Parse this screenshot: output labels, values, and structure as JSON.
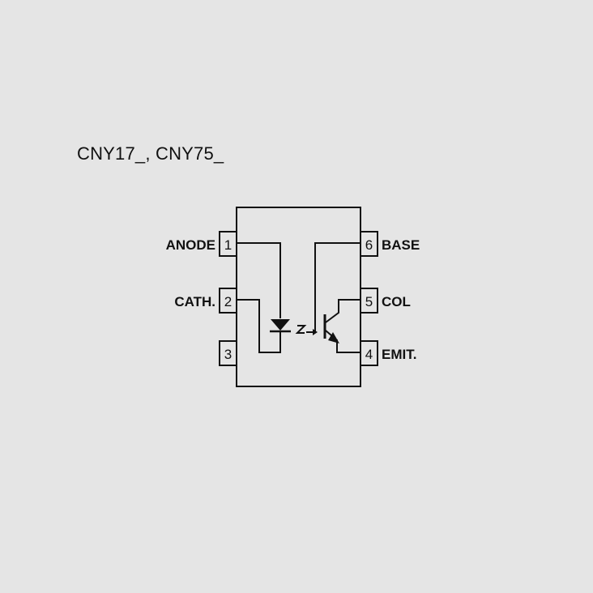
{
  "title": "CNY17_, CNY75_",
  "pins": [
    {
      "number": "1",
      "label": "ANODE"
    },
    {
      "number": "2",
      "label": "CATH."
    },
    {
      "number": "3",
      "label": ""
    },
    {
      "number": "4",
      "label": "EMIT."
    },
    {
      "number": "5",
      "label": "COL"
    },
    {
      "number": "6",
      "label": "BASE"
    }
  ],
  "colors": {
    "background": "#e5e5e5",
    "ink": "#111111"
  },
  "icons": [
    "led-icon",
    "light-emission-icon",
    "phototransistor-icon"
  ]
}
